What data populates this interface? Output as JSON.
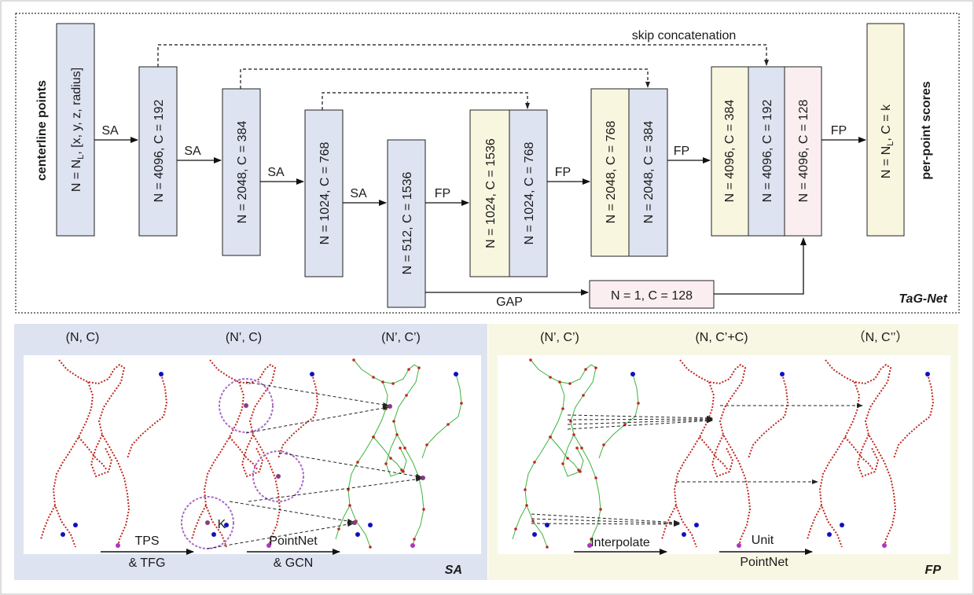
{
  "top_panel": {
    "title": "TaG-Net",
    "input_label": "centerline points",
    "output_label": "per-point scores",
    "blocks": {
      "input": "N = N_L, [x, y, z, radius]",
      "sa1": "N = 4096, C = 192",
      "sa2": "N = 2048, C = 384",
      "sa3": "N = 1024, C = 768",
      "sa4": "N = 512, C = 1536",
      "fp1a": "N = 1024, C = 1536",
      "fp1b": "N = 1024, C = 768",
      "fp2a": "N = 2048, C = 768",
      "fp2b": "N = 2048, C = 384",
      "fp3a": "N = 4096, C = 384",
      "fp3b": "N = 4096, C = 192",
      "fp3c": "N = 4096, C = 128",
      "output": "N = N_L, C = k",
      "gap_block": "N = 1, C = 128"
    },
    "arrow_labels": {
      "sa": "SA",
      "fp": "FP",
      "gap": "GAP",
      "skip": "skip concatenation"
    }
  },
  "sa_panel": {
    "title": "SA",
    "headers": [
      "(N, C)",
      "(N’, C)",
      "(N’, C’)"
    ],
    "step1": [
      "TPS",
      "& TFG"
    ],
    "step2": [
      "PointNet",
      "& GCN"
    ],
    "k_label": "K"
  },
  "fp_panel": {
    "title": "FP",
    "headers": [
      "(N’, C’)",
      "(N, C’+C)",
      "（N, C’’）"
    ],
    "step1": "Interpolate",
    "step2": [
      "Unit",
      "PointNet"
    ]
  },
  "colors": {
    "blue_block": "#dde3f0",
    "yellow_block": "#f8f6df",
    "pink_block": "#fbeef0",
    "sa_bg": "#dde3f1",
    "fp_bg": "#f8f7e3",
    "vessel_red": "#c0271e",
    "vessel_green": "#3cb33c",
    "node_blue": "#1010c0",
    "node_purple": "#b035c0"
  }
}
